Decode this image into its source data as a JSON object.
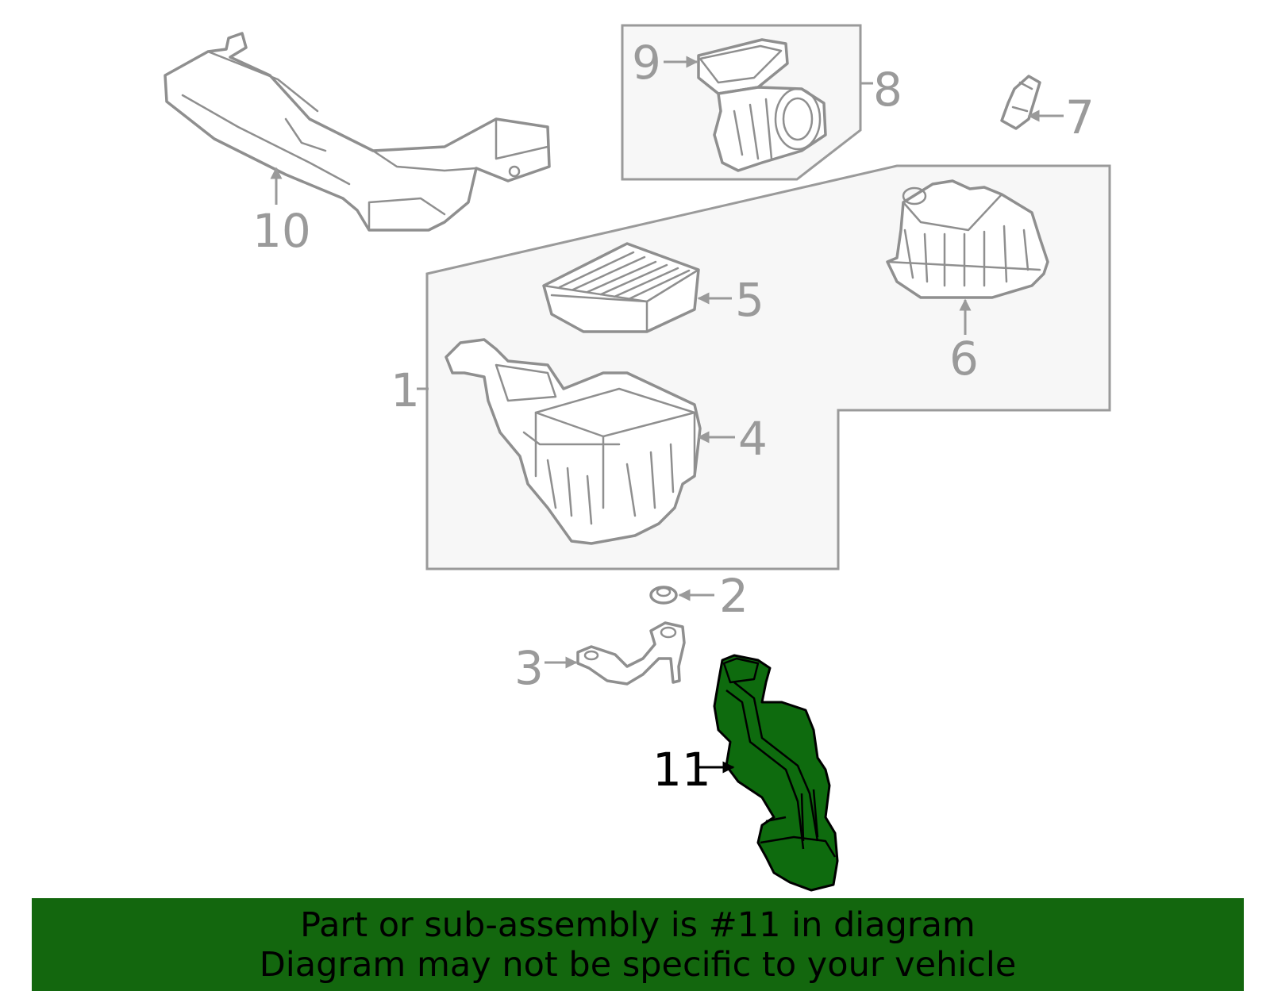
{
  "callouts": [
    {
      "id": "1",
      "label": "1"
    },
    {
      "id": "2",
      "label": "2"
    },
    {
      "id": "3",
      "label": "3"
    },
    {
      "id": "4",
      "label": "4"
    },
    {
      "id": "5",
      "label": "5"
    },
    {
      "id": "6",
      "label": "6"
    },
    {
      "id": "7",
      "label": "7"
    },
    {
      "id": "8",
      "label": "8"
    },
    {
      "id": "9",
      "label": "9"
    },
    {
      "id": "10",
      "label": "10"
    },
    {
      "id": "11",
      "label": "11",
      "highlighted": true
    }
  ],
  "banner": {
    "line1": "Part or sub-assembly is #11 in diagram",
    "line2": "Diagram may not be specific to your vehicle"
  },
  "colors": {
    "highlight": "#0e6b0e",
    "banner": "#13670e",
    "line_art": "#8f8f8f"
  }
}
